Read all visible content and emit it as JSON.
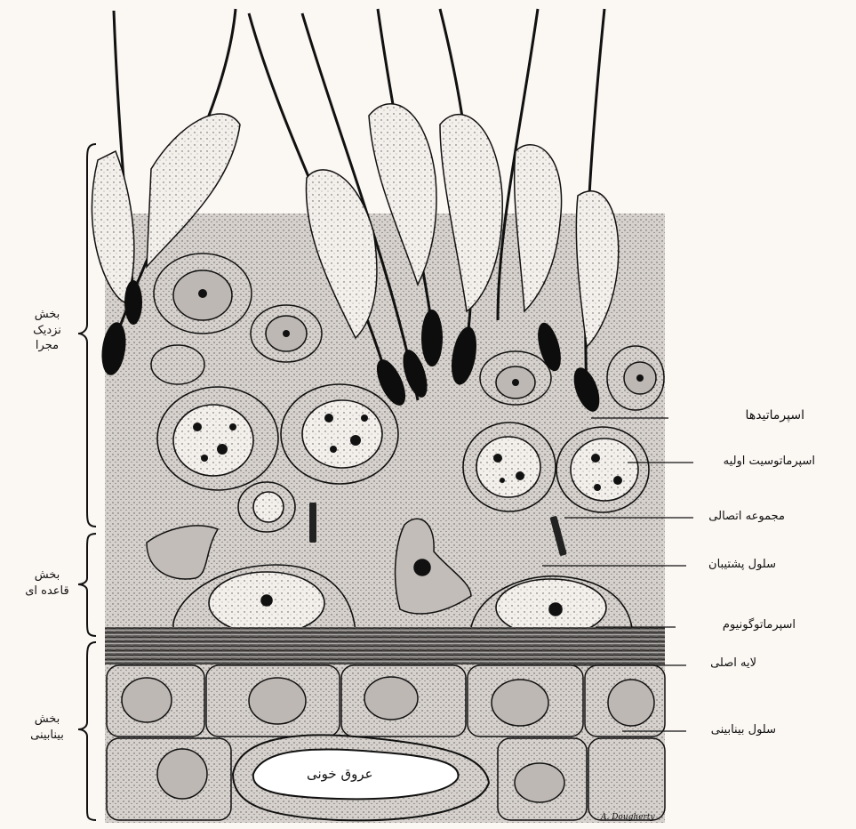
{
  "zones": [
    {
      "id": "adluminal",
      "label": "بخش\nنزدیک\nمجرا"
    },
    {
      "id": "basal",
      "label": "بخش\nقاعده ای"
    },
    {
      "id": "interstitial",
      "label": "بخش\nبینابینی"
    }
  ],
  "labels": {
    "spermatids": "اسپرماتیدها",
    "primary_spermatocyte": "اسپرماتوسیت اولیه",
    "junctional_complex": "مجموعه اتصالی",
    "sertoli_cell": "سلول پشتیبان",
    "spermatogonium": "اسپرماتوگونیوم",
    "basal_lamina": "لایه اصلی",
    "interstitial_cell": "سلول بینابینی",
    "blood_vessel": "عروق خونی"
  },
  "signature": "A. Dougherty",
  "colors": {
    "background": "#fbf7f3",
    "ink": "#111111",
    "tissue": "#cfcac6",
    "nucleus": "#eeeae6"
  }
}
